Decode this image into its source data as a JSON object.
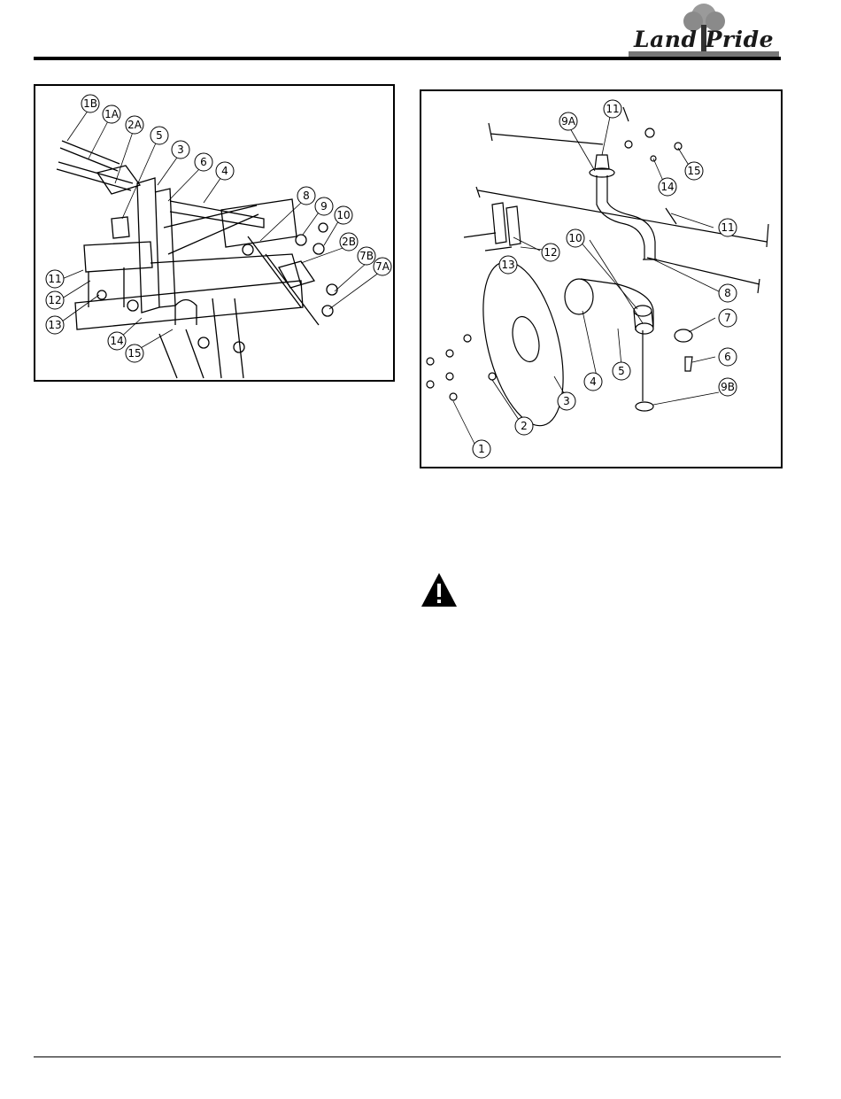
{
  "header": {
    "brand_logo": "Land Pride"
  },
  "figure_left": {
    "callouts": [
      "1B",
      "1A",
      "2A",
      "5",
      "3",
      "6",
      "4",
      "8",
      "9",
      "10",
      "2B",
      "7B",
      "7A",
      "11",
      "12",
      "13",
      "14",
      "15"
    ]
  },
  "figure_right": {
    "callouts": [
      "11",
      "9A",
      "15",
      "14",
      "11",
      "12",
      "13",
      "10",
      "8",
      "7",
      "6",
      "5",
      "4",
      "3",
      "2",
      "1",
      "9B"
    ]
  },
  "colors": {
    "rule": "#000000",
    "line_art": "#000000",
    "paper": "#ffffff"
  },
  "icons": {
    "warning": "warning-triangle-icon"
  }
}
